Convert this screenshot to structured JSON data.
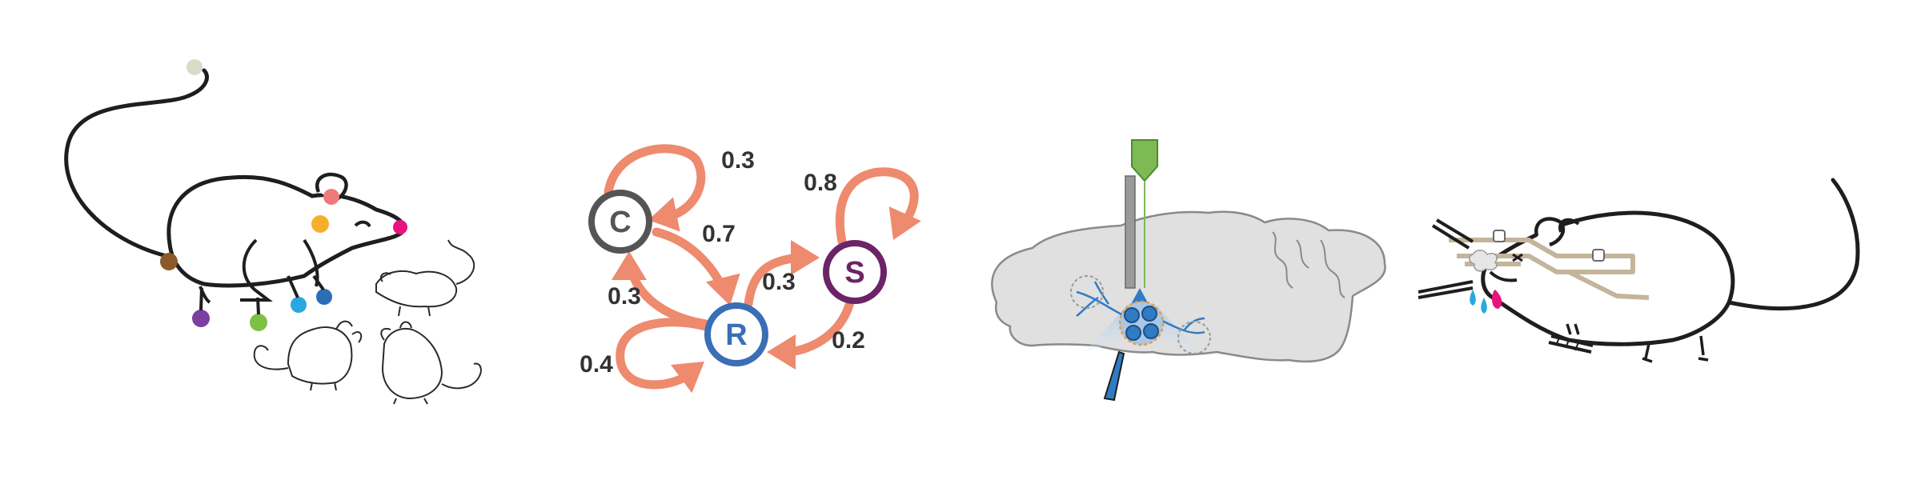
{
  "colors": {
    "arrow": "#EE8A6E",
    "node_C": "#555555",
    "node_R": "#3A6EB5",
    "node_S": "#6B2466",
    "label_text": "#333333",
    "brain_fill": "#E0E0E0",
    "outline": "#1E1E1E",
    "marker_pink": "#EE7B79",
    "marker_orange": "#F6AF2B",
    "marker_magenta": "#E8137E",
    "marker_brown": "#8B5A2B",
    "marker_purple": "#7A3FA0",
    "marker_green": "#7CC144",
    "marker_cyan": "#29A8E0",
    "marker_blue": "#2A6EB5",
    "marker_tail_tip": "#D9DCC8",
    "probe_green": "#7DBA55",
    "neuron_blue": "#2F7CC4",
    "bars_tan": "#C4B59A"
  },
  "graph": {
    "nodes": [
      {
        "id": "C",
        "letter": "C"
      },
      {
        "id": "R",
        "letter": "R"
      },
      {
        "id": "S",
        "letter": "S"
      }
    ],
    "edges": [
      {
        "from": "C",
        "to": "C",
        "label": "0.3"
      },
      {
        "from": "C",
        "to": "R",
        "label": "0.7"
      },
      {
        "from": "R",
        "to": "C",
        "label": "0.3"
      },
      {
        "from": "R",
        "to": "S",
        "label": "0.3"
      },
      {
        "from": "S",
        "to": "S",
        "label": "0.8"
      },
      {
        "from": "S",
        "to": "R",
        "label": "0.2"
      },
      {
        "from": "R",
        "to": "R",
        "label": "0.4"
      }
    ]
  },
  "icons": [
    "tracked-mouse-icon",
    "small-mice-icon",
    "markov-chain-diagram",
    "brain-recording-icon",
    "head-fixed-mouse-icon"
  ]
}
